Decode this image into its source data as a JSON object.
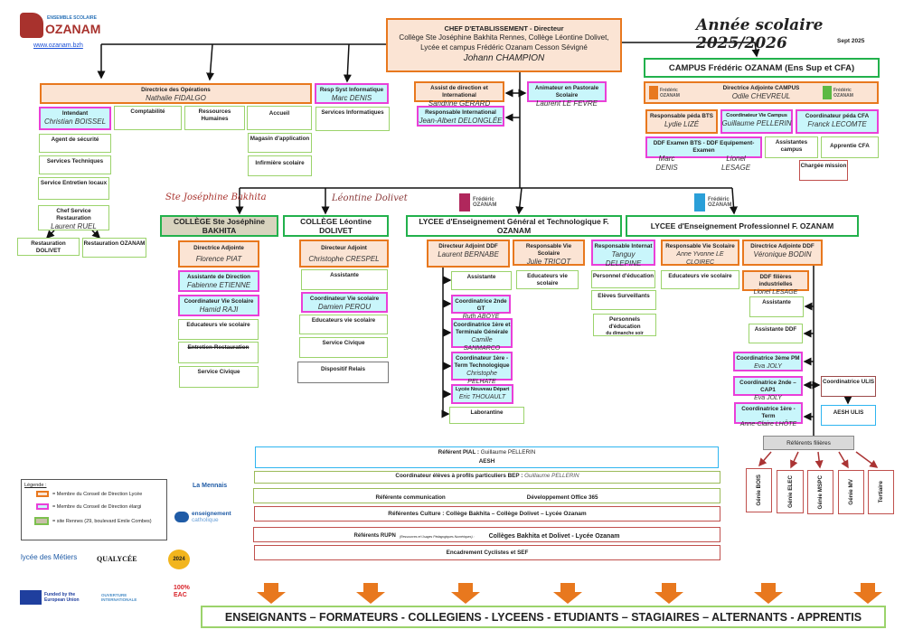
{
  "header": {
    "logo_small": "ENSEMBLE SCOLAIRE",
    "logo_big": "OZANAM",
    "website": "www.ozanam.bzh",
    "year_title": "Année scolaire 2025/2026",
    "date": "Sept 2025"
  },
  "chef": {
    "title": "CHEF D'ETABLISSEMENT - Directeur",
    "line1": "Collège Ste Joséphine Bakhita Rennes, Collège Léontine Dolivet,",
    "line2": "Lycée et campus Frédéric Ozanam Cesson Sévigné",
    "name": "Johann CHAMPION"
  },
  "campus": {
    "title": "CAMPUS Frédéric OZANAM (Ens Sup et CFA)",
    "dir_title": "Directrice Adjointe CAMPUS",
    "dir_name": "Odile CHEVREUL",
    "bts_title": "Responsable péda BTS",
    "bts_name": "Lydie LIZÉ",
    "vie_title": "Coordinateur Vie Campus",
    "vie_name": "Guillaume PELLERIN",
    "cfa_title": "Coordinateur péda CFA",
    "cfa_name": "Franck LECOMTE",
    "ddf_title": "DDF Examen BTS - DDF Equipement-Examen",
    "ddf_name1": "Marc DENIS",
    "ddf_name2": "Lionel LESAGE",
    "assist": "Assistantes campus",
    "apprentie": "Apprentie CFA",
    "chargee": "Chargée mission",
    "logo_text": "Frédéric OZANAM"
  },
  "ops": {
    "title": "Directrice des Opérations",
    "name": "Nathalie FIDALGO",
    "intendant_title": "Intendant",
    "intendant_name": "Christian BOISSEL",
    "compta": "Comptabilité",
    "rh": "Ressources Humaines",
    "accueil": "Accueil",
    "securite": "Agent de sécurité",
    "techniques": "Services Techniques",
    "entretien": "Service Entretien locaux",
    "resto_title": "Chef Service Restauration",
    "resto_name": "Laurent RUEL",
    "magasin": "Magasin d'application",
    "infirmiere": "Infirmière scolaire",
    "resto_dolivet": "Restauration DOLIVET",
    "resto_ozanam": "Restauration OZANAM"
  },
  "info": {
    "title": "Resp Syst Informatique",
    "name": "Marc DENIS",
    "services": "Services Informatiques"
  },
  "direction": {
    "assist_title": "Assist de direction et International",
    "assist_name": "Sandrine GERARD",
    "pastorale_title": "Animateur en Pastorale Scolaire",
    "pastorale_name": "Laurent LE FEVRE",
    "inter_title": "Responsable International",
    "inter_name": "Jean-Albert DELONGLÉE"
  },
  "logos": {
    "bakhita": "Ste Joséphine Bakhita",
    "dolivet": "Léontine Dolivet",
    "ozanam_gt": "Frédéric OZANAM",
    "ozanam_pro": "Frédéric OZANAM"
  },
  "bakhita": {
    "title": "COLLÈGE Ste Joséphine BAKHITA",
    "dir_title": "Directrice Adjointe",
    "dir_name": "Florence PIAT",
    "assist_title": "Assistante de Direction",
    "assist_name": "Fabienne ETIENNE",
    "coord_title": "Coordinateur Vie Scolaire",
    "coord_name": "Hamid RAJI",
    "educ": "Educateurs vie scolaire",
    "entretien": "Entretien-Restauration",
    "civique": "Service Civique"
  },
  "dolivet": {
    "title": "COLLÈGE Léontine DOLIVET",
    "dir_title": "Directeur Adjoint",
    "dir_name": "Christophe CRESPEL",
    "assist": "Assistante",
    "coord_title": "Coordinateur Vie scolaire",
    "coord_name": "Damien PEROU",
    "educ": "Educateurs vie scolaire",
    "civique": "Service Civique",
    "relais": "Dispositif Relais"
  },
  "lgt": {
    "title": "LYCEE d'Enseignement Général et Technologique F. OZANAM",
    "dir_title": "Directeur Adjoint DDF",
    "dir_name": "Laurent BERNABE",
    "vs_title": "Responsable Vie Scolaire",
    "vs_name": "Julie TRICOT",
    "internat_title": "Responsable Internat",
    "internat_name": "Tanguy DELEPINE",
    "assist": "Assistante",
    "c2_title": "Coordinatrice 2nde GT",
    "c2_name": "Ruth ABOYE",
    "c1g_title": "Coordinatrice 1ère et Terminale Générale",
    "c1g_name": "Camille SANMARCO",
    "c1t_title": "Coordinateur 1ère - Term Technologique",
    "c1t_name": "Christophe PELHATE",
    "lnd_title": "Lycée Nouveau Départ",
    "lnd_name": "Eric THOUAULT",
    "labo": "Laborantine",
    "educ": "Educateurs vie scolaire",
    "perso": "Personnel d'éducation",
    "surv": "Elèves Surveillants",
    "dim_title": "Personnels d'éducation",
    "dim_sub": "du dimanche soir"
  },
  "pro": {
    "title": "LYCEE d'Enseignement Professionnel F. OZANAM",
    "vs_title": "Responsable Vie Scolaire",
    "vs_name": "Anne Yvonne LE CLOIREC",
    "educ": "Educateurs vie scolaire",
    "dir_title": "Directrice Adjointe DDF",
    "dir_name": "Véronique BODIN",
    "ddf_title": "DDF filières industrielles",
    "ddf_name": "Lionel LESAGE",
    "assist": "Assistante",
    "assist_ddf": "Assistante DDF",
    "c3_title": "Coordinatrice 3ème PM",
    "c3_name": "Eva JOLY",
    "c2_title": "Coordinatrice 2nde – CAP1",
    "c2_name": "Eva JOLY",
    "c1_title": "Coordinatrice 1ère - Term",
    "c1_name": "Anne-Claire LHÔTE",
    "ulis": "Coordinatrice ULIS",
    "aesh_ulis": "AESH ULIS",
    "referents": "Référents filières",
    "filieres": [
      "Génie BOIS",
      "Génie ELEC",
      "Génie MSPC",
      "Génie MV",
      "Tertiaire"
    ]
  },
  "bands": {
    "pial_label": "Référent PIAL :",
    "pial_name": "Guillaume PELLERIN",
    "aesh": "AESH",
    "bep_label": "Coordinateur élèves à profils particuliers BEP :",
    "bep_name": "Guillaume PELLERIN",
    "comm": "Référente communication",
    "office": "Développement Office 365",
    "culture": "Référentes Culture : Collège Bakhita – Collège Dolivet – Lycée Ozanam",
    "rupn_label": "Référents RUPN",
    "rupn_small": "(Ressources et Usages Pédagogiques Numériques) :",
    "rupn_value": "Collèges Bakhita et Dolivet - Lycée Ozanam",
    "cyclistes": "Encadrement Cyclistes et SEF"
  },
  "legend": {
    "title": "Légende :",
    "items": [
      "= Membre du Conseil de Direction Lycée",
      "= Membre du Conseil de Direction élargi",
      "= site Rennes (29, boulevard Emile Combes)"
    ]
  },
  "partners": {
    "mennais": "La Mennais",
    "ec1": "enseignement",
    "ec2": "catholique",
    "metiers": "lycée des Métiers",
    "qualycee": "QUALYCÉE",
    "jo": "2024",
    "eu": "Funded by the European Union",
    "ouverture": "OUVERTURE INTERNATIONALE",
    "eac": "100% EAC"
  },
  "footer": "ENSEIGNANTS – FORMATEURS - COLLEGIENS - LYCEENS - ETUDIANTS – STAGIAIRES – ALTERNANTS - APPRENTIS",
  "colors": {
    "orange": "#e8781e",
    "peach": "#fbe4d4",
    "cyan": "#c9f6fb",
    "magenta": "#ea3fd8",
    "green": "#22b14c",
    "light_green": "#9bd36b",
    "red": "#c0504d",
    "blue": "#2fb5f0"
  }
}
